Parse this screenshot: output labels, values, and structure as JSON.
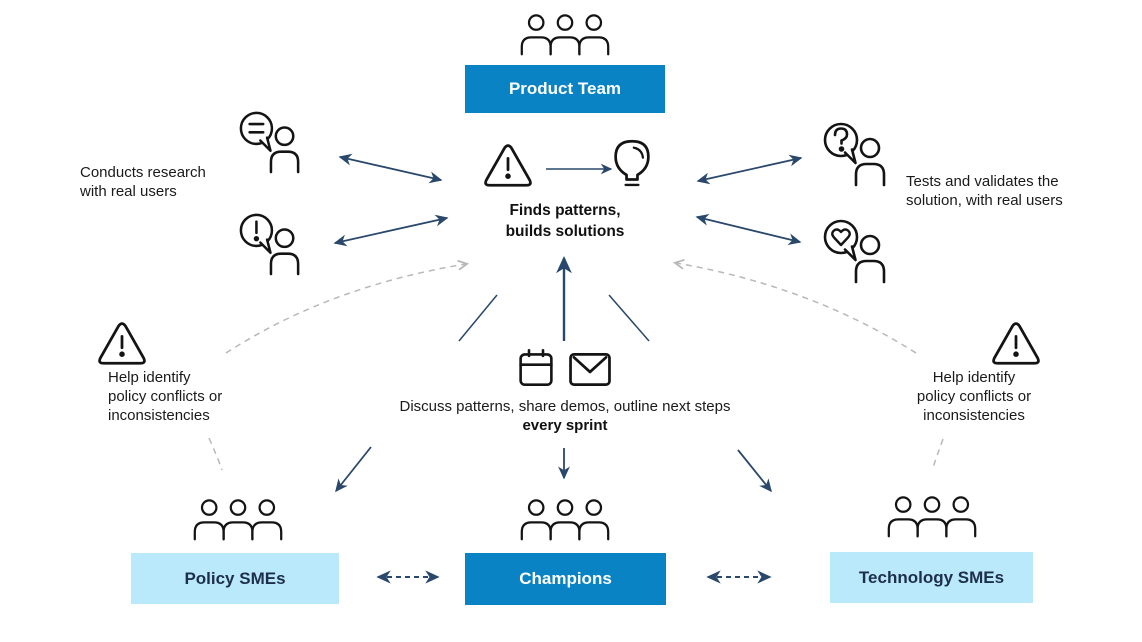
{
  "colors": {
    "brand_blue": "#0a83c5",
    "light_blue": "#bae9fc",
    "navy": "#29486b",
    "dark_label": "#1d2f49",
    "ink": "#141414",
    "text": "#1a1a1a",
    "dashed_gray": "#b8b8b8"
  },
  "teams": {
    "product": {
      "label": "Product Team"
    },
    "policy": {
      "label": "Policy SMEs"
    },
    "champions": {
      "label": "Champions"
    },
    "technology": {
      "label": "Technology SMEs"
    }
  },
  "annotations": {
    "research": "Conducts research\nwith real users",
    "finds_patterns": "Finds patterns,\nbuilds solutions",
    "tests_validates": "Tests and validates the\nsolution, with real users",
    "help_identify_left": "Help identify\npolicy conflicts or\ninconsistencies",
    "help_identify_right": "Help identify\npolicy conflicts or\ninconsistencies",
    "sprint_line1": "Discuss patterns, share demos, outline next steps",
    "sprint_line2": "every sprint"
  },
  "icons": [
    "people-group-icon",
    "warning-icon",
    "lightbulb-icon",
    "chat-lines-person-icon",
    "chat-exclamation-person-icon",
    "chat-question-person-icon",
    "chat-heart-person-icon",
    "calendar-icon",
    "envelope-icon"
  ]
}
